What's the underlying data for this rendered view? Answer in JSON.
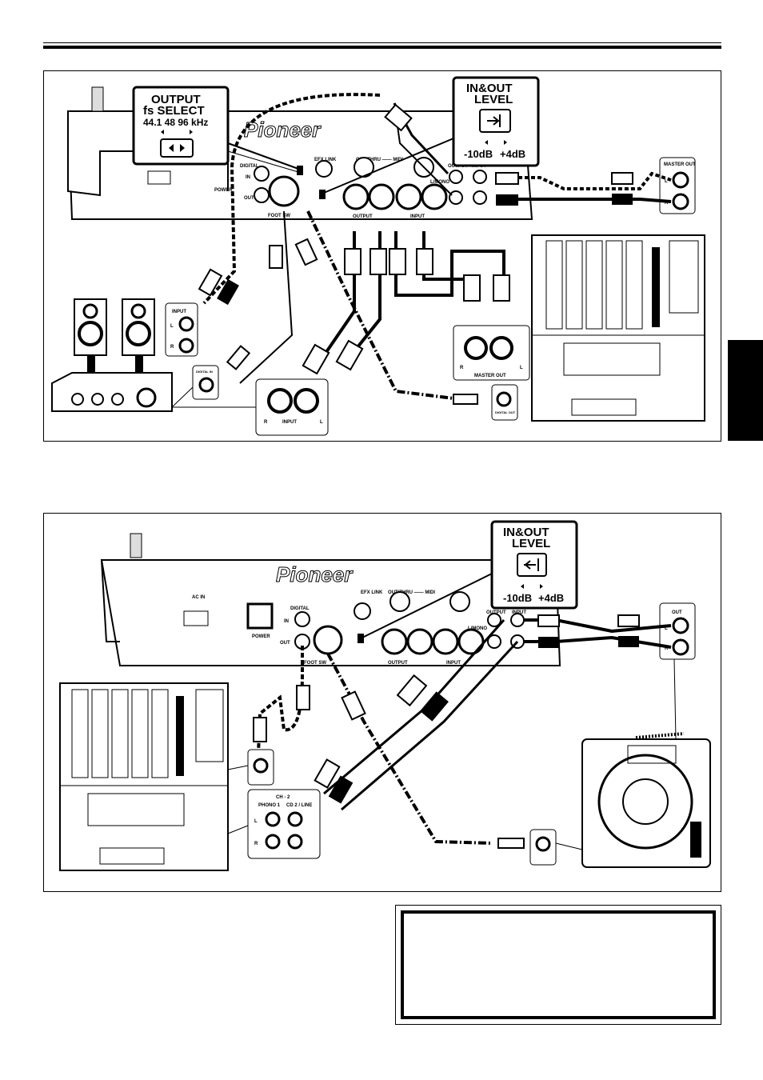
{
  "brand": "Pioneer",
  "panel1": {
    "callout_output": {
      "line1": "OUTPUT",
      "line2": "fs  SELECT",
      "values": "44.1  48  96 kHz"
    },
    "callout_level": {
      "line1": "IN&OUT",
      "line2": "LEVEL",
      "minus": "-10dB",
      "plus": "+4dB"
    },
    "unit_labels": {
      "digital": "DIGITAL",
      "in": "IN",
      "out": "OUT",
      "power": "POWER",
      "foot_sw": "FOOT SW",
      "efx_link": "EFX LINK",
      "midi": "OUT/THRU —— MIDI",
      "output": "OUTPUT",
      "input": "INPUT",
      "l_mono": "L/MONO",
      "r": "R",
      "l": "L"
    },
    "master_out": {
      "title": "MASTER OUT",
      "l": "L",
      "r": "R"
    },
    "mixer_master_out": {
      "title": "MASTER OUT",
      "r": "R",
      "l": "L"
    },
    "amp_input": {
      "title": "INPUT",
      "l": "L",
      "r": "R"
    },
    "amp_digital_in": "DIGITAL IN",
    "amp_input2": {
      "title": "INPUT",
      "r": "R",
      "l": "L"
    },
    "mixer_digital_out": "DIGITAL OUT"
  },
  "panel2": {
    "callout_level": {
      "line1": "IN&OUT",
      "line2": "LEVEL",
      "minus": "-10dB",
      "plus": "+4dB"
    },
    "unit_labels": {
      "ac_in": "AC IN",
      "power": "POWER",
      "digital": "DIGITAL",
      "in": "IN",
      "out": "OUT",
      "foot_sw": "FOOT SW",
      "efx_link": "EFX LINK",
      "midi": "OUT/THRU —— MIDI",
      "output": "OUTPUT",
      "input": "INPUT",
      "l_mono": "L/MONO",
      "r": "R",
      "l": "L"
    },
    "player_out": {
      "title": "OUT",
      "l": "L",
      "r": "R"
    },
    "mixer_ch2": {
      "title": "CH - 2",
      "phono": "PHONO 1",
      "cd": "CD 2 / LINE",
      "l": "L",
      "r": "R"
    }
  }
}
